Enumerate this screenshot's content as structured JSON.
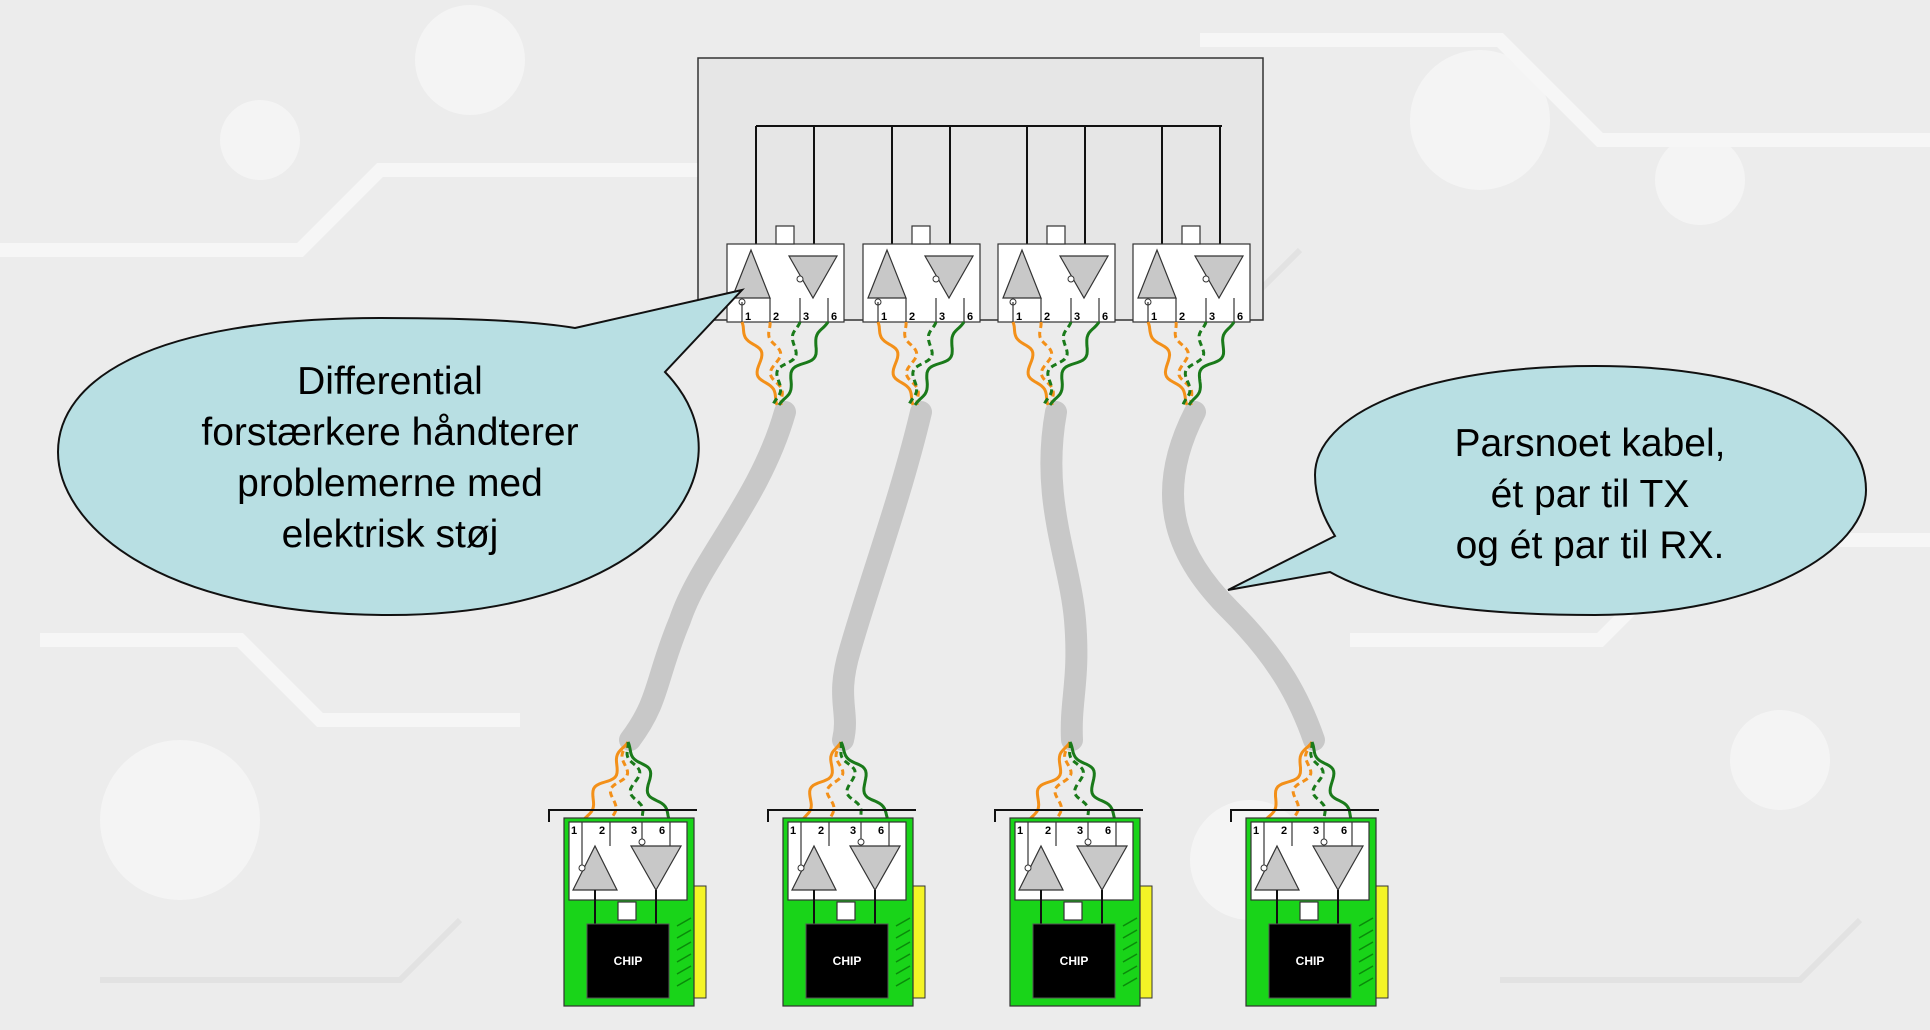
{
  "callouts": {
    "left": {
      "lines": [
        "Differential",
        "forstærkere håndterer",
        "problemerne med",
        "elektrisk støj"
      ],
      "fill": "#b8dfe3"
    },
    "right": {
      "lines": [
        "Parsnoet kabel,",
        "ét par til TX",
        "og ét par til RX."
      ],
      "fill": "#b8dfe3"
    }
  },
  "pin_labels": [
    "1",
    "2",
    "3",
    "6"
  ],
  "chip_label": "CHIP",
  "colors": {
    "orange_pair": "#f39019",
    "green_pair": "#1a7a1a",
    "cable": "#c8c8c8",
    "nic_board": "#19d419",
    "nic_edge": "#f4f426",
    "hub_box": "#e6e6e6"
  },
  "hub": {
    "ports": 4
  },
  "nics": {
    "count": 4
  }
}
